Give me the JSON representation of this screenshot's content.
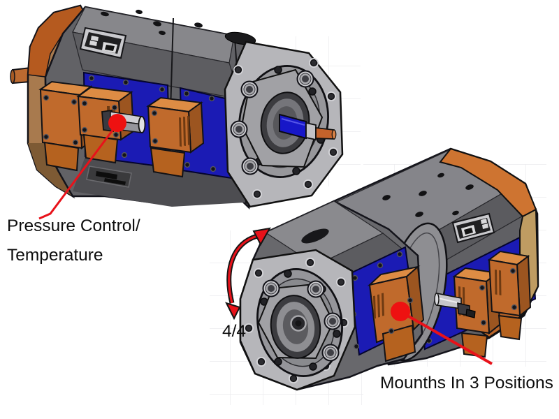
{
  "labels": {
    "pressure_line1": "Pressure Control/",
    "pressure_line2": "Temperature",
    "rotation_fraction": "4/4",
    "mounts": "Mounths In 3 Positions"
  },
  "colors": {
    "annotation_red": "#ee1111",
    "panel_blue": "#1b1bb4",
    "block_orange": "#c06a2c",
    "cap_orange": "#ce7431",
    "cap_tan": "#a87a4e",
    "body_gray": "#808084",
    "faceplate_gray": "#b6b6ba",
    "shaft_blue": "#1717c8",
    "shaft_copper": "#c3622b",
    "background": "#ffffff"
  }
}
